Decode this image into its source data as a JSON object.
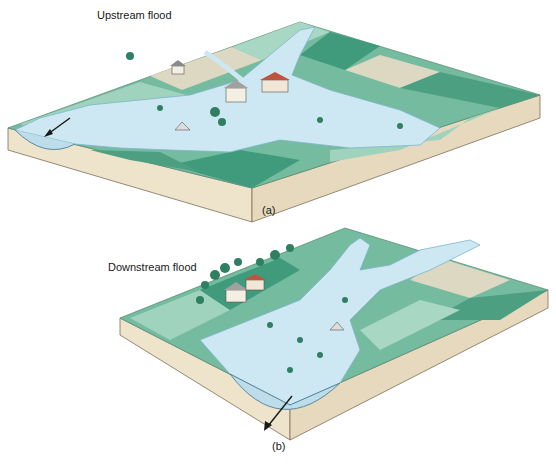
{
  "diagram": {
    "labels": [
      "Upstream flood",
      "(a)",
      "Downstream flood",
      "(b)"
    ]
  }
}
